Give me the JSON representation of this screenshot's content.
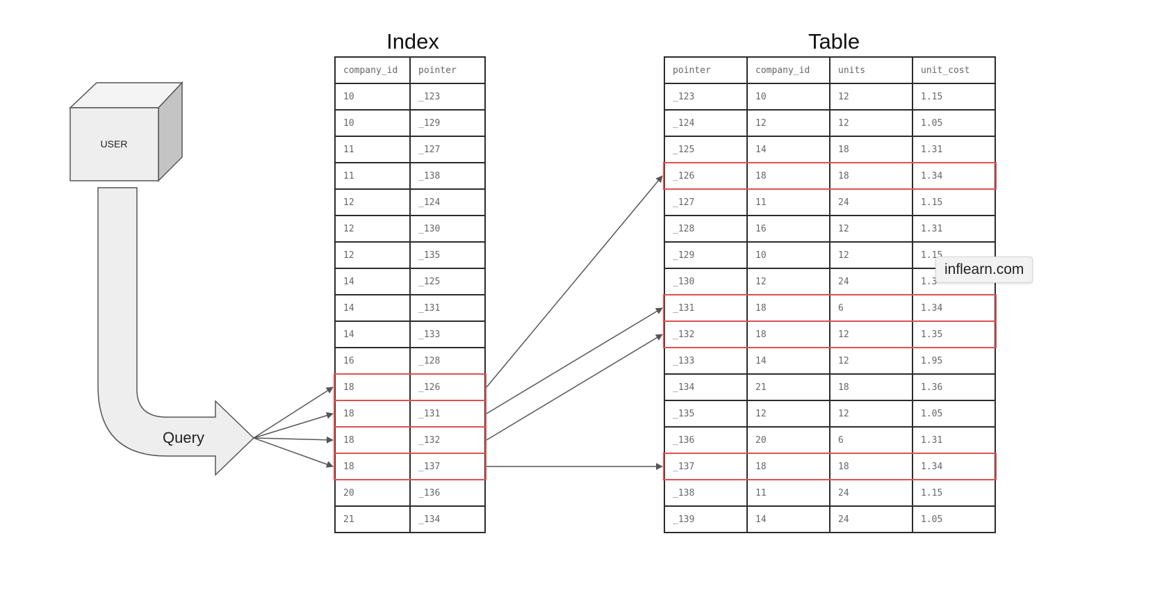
{
  "index": {
    "title": "Index",
    "columns": [
      "company_id",
      "pointer"
    ],
    "rows": [
      [
        "10",
        "_123"
      ],
      [
        "10",
        "_129"
      ],
      [
        "11",
        "_127"
      ],
      [
        "11",
        "_138"
      ],
      [
        "12",
        "_124"
      ],
      [
        "12",
        "_130"
      ],
      [
        "12",
        "_135"
      ],
      [
        "14",
        "_125"
      ],
      [
        "14",
        "_131"
      ],
      [
        "14",
        "_133"
      ],
      [
        "16",
        "_128"
      ],
      [
        "18",
        "_126"
      ],
      [
        "18",
        "_131"
      ],
      [
        "18",
        "_132"
      ],
      [
        "18",
        "_137"
      ],
      [
        "20",
        "_136"
      ],
      [
        "21",
        "_134"
      ]
    ],
    "highlighted_rows": [
      11,
      12,
      13,
      14
    ]
  },
  "table": {
    "title": "Table",
    "columns": [
      "pointer",
      "company_id",
      "units",
      "unit_cost"
    ],
    "rows": [
      [
        "_123",
        "10",
        "12",
        "1.15"
      ],
      [
        "_124",
        "12",
        "12",
        "1.05"
      ],
      [
        "_125",
        "14",
        "18",
        "1.31"
      ],
      [
        "_126",
        "18",
        "18",
        "1.34"
      ],
      [
        "_127",
        "11",
        "24",
        "1.15"
      ],
      [
        "_128",
        "16",
        "12",
        "1.31"
      ],
      [
        "_129",
        "10",
        "12",
        "1.15"
      ],
      [
        "_130",
        "12",
        "24",
        "1.3"
      ],
      [
        "_131",
        "18",
        "6",
        "1.34"
      ],
      [
        "_132",
        "18",
        "12",
        "1.35"
      ],
      [
        "_133",
        "14",
        "12",
        "1.95"
      ],
      [
        "_134",
        "21",
        "18",
        "1.36"
      ],
      [
        "_135",
        "12",
        "12",
        "1.05"
      ],
      [
        "_136",
        "20",
        "6",
        "1.31"
      ],
      [
        "_137",
        "18",
        "18",
        "1.34"
      ],
      [
        "_138",
        "11",
        "24",
        "1.15"
      ],
      [
        "_139",
        "14",
        "24",
        "1.05"
      ]
    ],
    "highlighted_rows": [
      3,
      8,
      9,
      14
    ]
  },
  "links": [
    {
      "from_index_row": 11,
      "to_table_row": 3
    },
    {
      "from_index_row": 12,
      "to_table_row": 8
    },
    {
      "from_index_row": 13,
      "to_table_row": 9
    },
    {
      "from_index_row": 14,
      "to_table_row": 14
    }
  ],
  "user": {
    "label": "USER"
  },
  "query": {
    "label": "Query"
  },
  "tooltip": {
    "text": "inflearn.com"
  },
  "colors": {
    "highlight": "#e05050",
    "border": "#2b2b2b",
    "shape_fill": "#eeeeee",
    "cube_side": "#c4c4c4",
    "arrow": "#555555"
  }
}
